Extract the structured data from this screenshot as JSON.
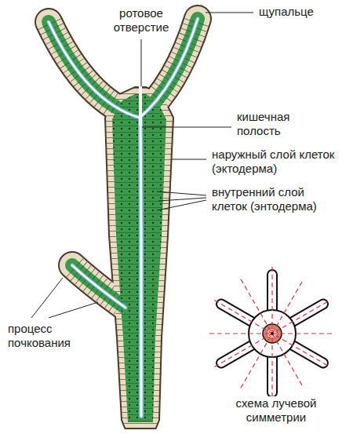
{
  "diagram": {
    "labels": [
      "ротовое отверстие",
      "щупальце",
      "кишечная полость",
      "наружный слой клеток (эктодерма)",
      "внутренний слой клеток (энтодерма)",
      "процесс почкования",
      "схема лучевой симметрии"
    ]
  }
}
